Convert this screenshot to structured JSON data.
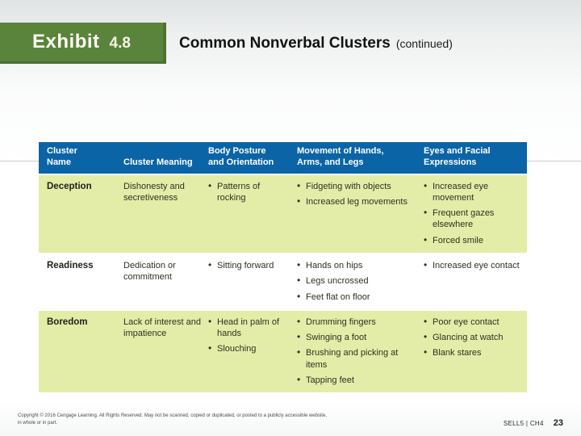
{
  "slide": {
    "exhibit_label": "Exhibit",
    "exhibit_number": "4.8",
    "title": "Common Nonverbal Clusters",
    "title_suffix": "(continued)"
  },
  "table": {
    "headers": {
      "cluster_name": "Cluster\nName",
      "cluster_meaning": "Cluster Meaning",
      "body_posture": "Body Posture\nand Orientation",
      "movement": "Movement of Hands,\nArms, and Legs",
      "eyes": "Eyes and Facial\nExpressions"
    },
    "rows": [
      {
        "name": "Deception",
        "meaning": "Dishonesty and secretiveness",
        "body_posture": [
          "Patterns of rocking"
        ],
        "movement": [
          "Fidgeting with objects",
          "Increased leg movements"
        ],
        "eyes": [
          "Increased eye movement",
          "Frequent gazes elsewhere",
          "Forced smile"
        ]
      },
      {
        "name": "Readiness",
        "meaning": "Dedication or commitment",
        "body_posture": [
          "Sitting forward"
        ],
        "movement": [
          "Hands on hips",
          "Legs uncrossed",
          "Feet flat on floor"
        ],
        "eyes": [
          "Increased eye contact"
        ]
      },
      {
        "name": "Boredom",
        "meaning": "Lack of interest and impatience",
        "body_posture": [
          "Head in palm of hands",
          "Slouching"
        ],
        "movement": [
          "Drumming fingers",
          "Swinging a foot",
          "Brushing and picking at items",
          "Tapping feet"
        ],
        "eyes": [
          "Poor eye contact",
          "Glancing at watch",
          "Blank stares"
        ]
      }
    ]
  },
  "footer": {
    "copyright": "Copyright © 2016 Cengage Learning. All Rights Reserved. May not be scanned, copied or duplicated, or posted to a publicly accessible website,\nin whole or in part.",
    "course_code": "SELL5 | CH4",
    "page_number": "23"
  },
  "colors": {
    "exhibit_green": "#5a833c",
    "table_header_blue": "#0b64a6",
    "row_band_green": "#e4eda8"
  }
}
